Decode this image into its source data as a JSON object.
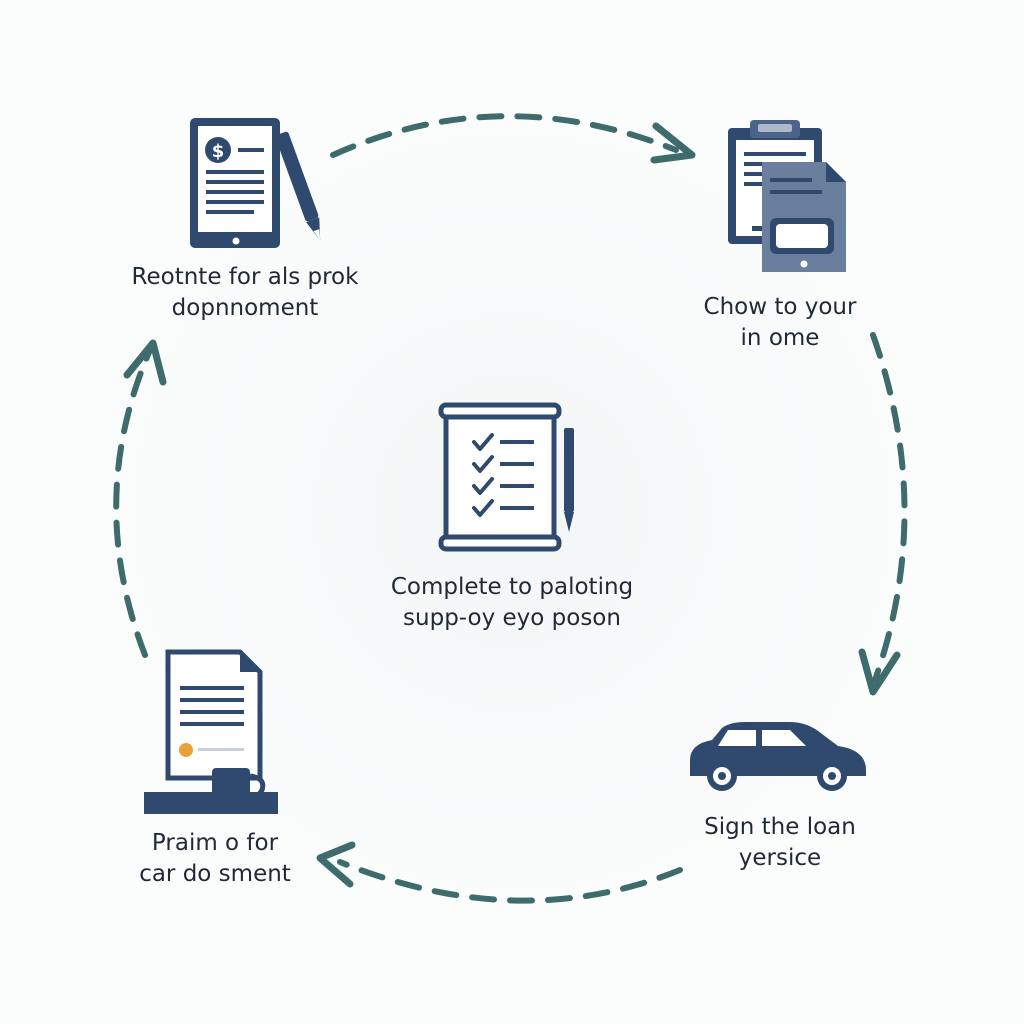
{
  "colors": {
    "navy": "#2f4a6e",
    "arrow_teal": "#3e6b6b",
    "accent_orange": "#e8a23c",
    "background": "#fbfcfc"
  },
  "steps": {
    "top_left": {
      "line1": "Reotnte for als prok",
      "line2": "dopnnoment",
      "icon": "tablet-invoice-pen-icon"
    },
    "top_right": {
      "line1": "Chow to your",
      "line2": "in ome",
      "icon": "clipboard-documents-icon"
    },
    "center": {
      "line1": "Complete to paloting",
      "line2": "supp-oy eyo poson",
      "icon": "checklist-scroll-pen-icon"
    },
    "bottom_right": {
      "line1": "Sign the loan",
      "line2": "yersice",
      "icon": "car-icon"
    },
    "bottom_left": {
      "line1": "Praim o for",
      "line2": "car do sment",
      "icon": "document-coffee-cup-icon"
    }
  }
}
